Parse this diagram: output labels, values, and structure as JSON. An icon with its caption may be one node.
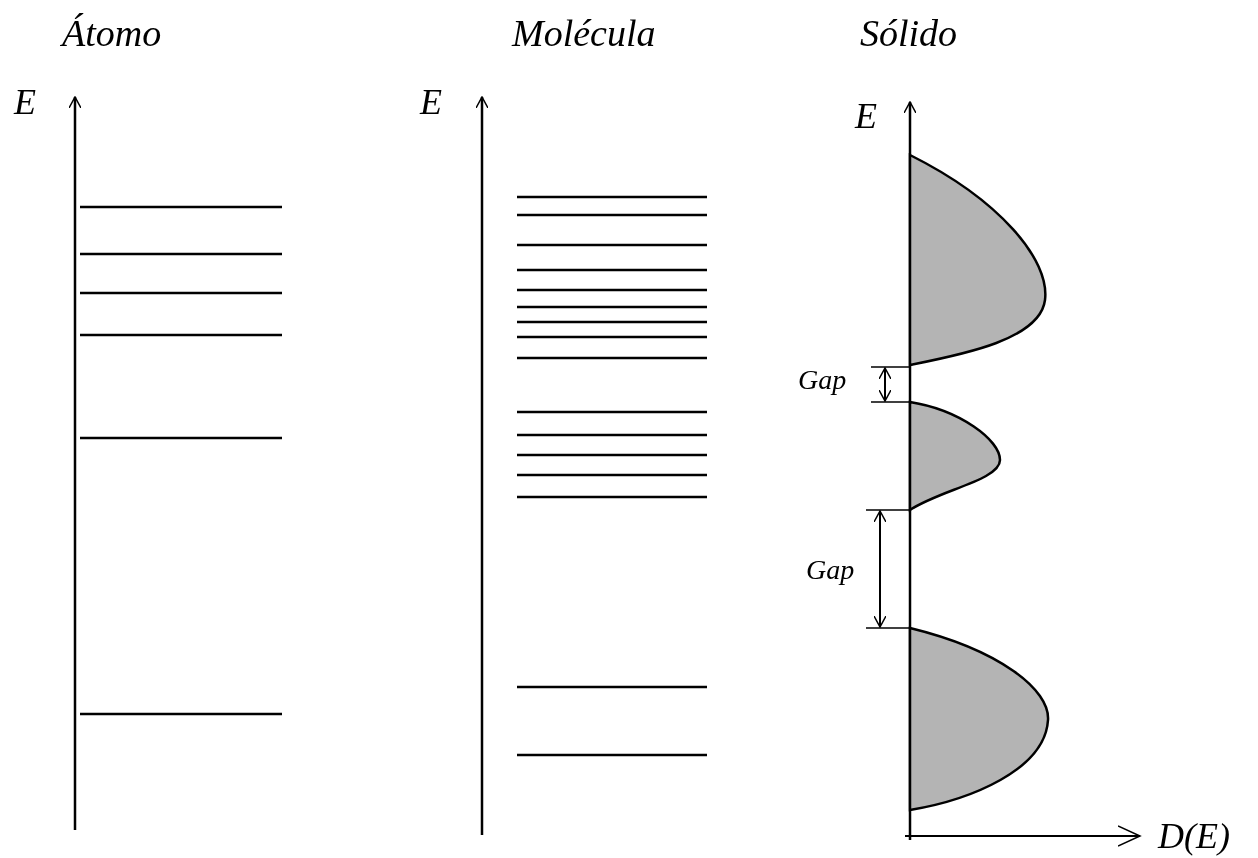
{
  "diagram": {
    "labels": [
      "Átomo",
      "Molécula",
      "Sólido",
      "E",
      "E",
      "E",
      "Gap",
      "Gap",
      "D(E)"
    ]
  }
}
